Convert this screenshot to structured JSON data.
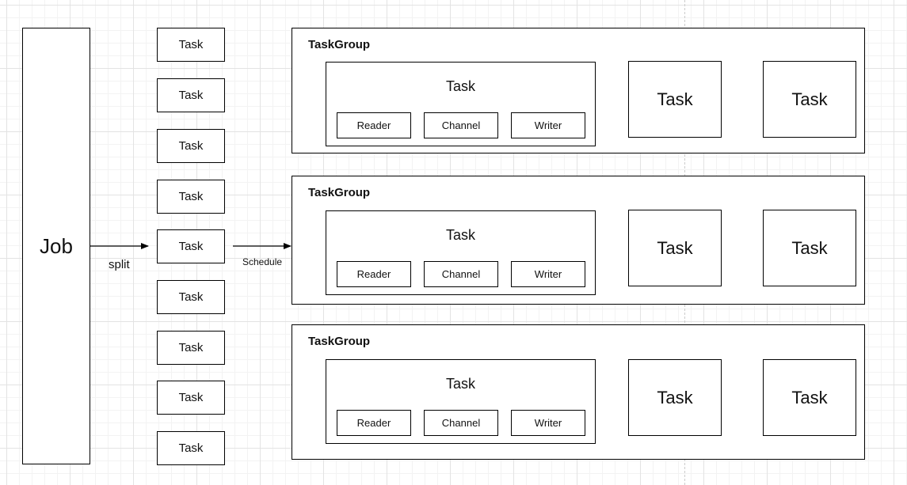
{
  "job": {
    "label": "Job"
  },
  "edges": {
    "split": "split",
    "schedule": "Schedule"
  },
  "tasks": [
    "Task",
    "Task",
    "Task",
    "Task",
    "Task",
    "Task",
    "Task",
    "Task",
    "Task"
  ],
  "task_groups": [
    {
      "title": "TaskGroup",
      "detailed_task": {
        "title": "Task",
        "parts": [
          "Reader",
          "Channel",
          "Writer"
        ]
      },
      "extra_tasks": [
        "Task",
        "Task"
      ]
    },
    {
      "title": "TaskGroup",
      "detailed_task": {
        "title": "Task",
        "parts": [
          "Reader",
          "Channel",
          "Writer"
        ]
      },
      "extra_tasks": [
        "Task",
        "Task"
      ]
    },
    {
      "title": "TaskGroup",
      "detailed_task": {
        "title": "Task",
        "parts": [
          "Reader",
          "Channel",
          "Writer"
        ]
      },
      "extra_tasks": [
        "Task",
        "Task"
      ]
    }
  ]
}
